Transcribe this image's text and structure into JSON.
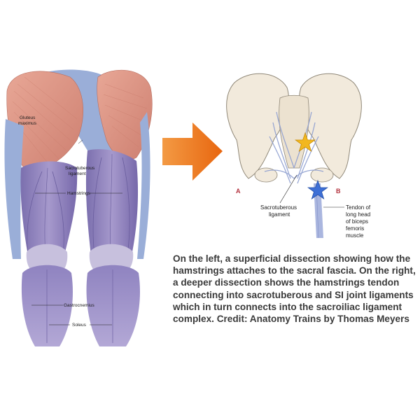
{
  "left_panel": {
    "labels": {
      "gluteus_maximus_1": "Gluteus",
      "gluteus_maximus_2": "maximus",
      "sacrotuberous_1": "Sacrotuberous",
      "sacrotuberous_2": "ligament",
      "hamstrings": "Hamstrings",
      "gastrocnemius": "Gastrocnemius",
      "soleus": "Soleus"
    }
  },
  "right_panel": {
    "panel_a": "A",
    "panel_b": "B",
    "labels": {
      "sacrotuberous_1": "Sacrotuberous",
      "sacrotuberous_2": "ligament",
      "tendon_1": "Tendon of",
      "tendon_2": "long head",
      "tendon_3": "of biceps",
      "tendon_4": "femoris",
      "tendon_5": "muscle"
    }
  },
  "caption": "On the left, a superficial dissection showing how the hamstrings attaches to the sacral fascia. On the right, a deeper dissection shows the hamstrings tendon connecting into sacrotuberous and SI joint ligaments which in turn connects into the sacroiliac ligament complex. Credit: Anatomy Trains by Thomas Meyers",
  "colors": {
    "muscle_red": "#dd9685",
    "muscle_purple": "#8b80b8",
    "fascia_blue": "#9aaed8",
    "bone": "#f2eadc",
    "arrow_orange": "#f07a1f",
    "star_gold": "#f2b71f",
    "star_blue": "#3d6fd6",
    "panel_letter_red": "#b3323e"
  },
  "icons": [
    "orange-right-arrow-icon",
    "gold-star-icon",
    "blue-star-icon"
  ]
}
